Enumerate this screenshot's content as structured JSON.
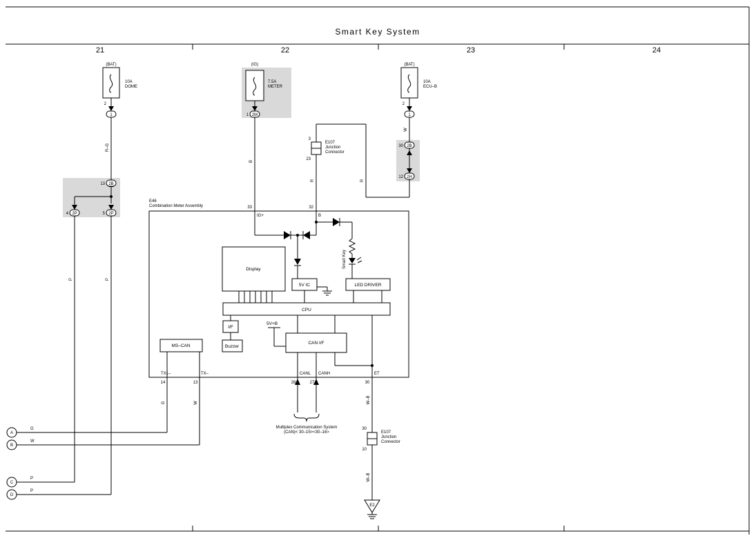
{
  "title": "Smart Key System",
  "columns": [
    "21",
    "22",
    "23",
    "24"
  ],
  "fuses": [
    {
      "supply": "(BAT)",
      "rating": "10A",
      "name": "DOME",
      "in_pin": "2",
      "conn": "1"
    },
    {
      "supply": "(IG)",
      "rating": "7.5A",
      "name": "METER",
      "in_pin": "1",
      "conn": "2M"
    },
    {
      "supply": "(BAT)",
      "rating": "10A",
      "name": "ECU–B",
      "in_pin": "2",
      "conn": "1"
    }
  ],
  "junction_2b": {
    "pin13": "13",
    "conn13": "2B",
    "pin4": "4",
    "conn4": "2P",
    "pin5": "5",
    "conn5": "2P"
  },
  "junction_2h": {
    "pin30": "30",
    "conn30": "2B",
    "pin12": "12",
    "conn12": "2H"
  },
  "wire_colors": {
    "r_g": "R–G",
    "b": "B",
    "r1": "R",
    "r2": "R",
    "w_top": "W",
    "p1": "P",
    "p2": "P",
    "g_v": "G",
    "w_v": "W",
    "w_b1": "W–B",
    "w_b2": "W–B"
  },
  "e107_top": {
    "pin_top": "3",
    "pin_bot": "23",
    "id": "E107",
    "line1": "Junction",
    "line2": "Connector"
  },
  "e107_bot": {
    "pin_top": "30",
    "pin_bot": "10",
    "id": "E107",
    "line1": "Junction",
    "line2": "Connector"
  },
  "meter": {
    "id": "E46",
    "name": "Combination Meter Assembly",
    "pin_igp": "33",
    "label_igp": "IG+",
    "pin_b": "32",
    "label_b": "B",
    "display": "Display",
    "vic": "5V IC",
    "led_driver": "LED DRIVER",
    "cpu": "CPU",
    "if": "I/F",
    "buzzer": "Buzzer",
    "v5b": "5V+B",
    "can_if": "CAN I/F",
    "ms_can": "MS–CAN",
    "smart_key": "Smart Key",
    "tx1_label": "TX1–",
    "tx1_pin": "14",
    "tx_label": "TX–",
    "tx_pin": "13",
    "canl_label": "CANL",
    "canl_pin": "28",
    "canh_label": "CANH",
    "canh_pin": "27",
    "et_label": "ET",
    "et_pin": "30"
  },
  "multiplex": {
    "line1": "Multiplex Communication System",
    "line2": "(CAN)< 30–15><30–16>"
  },
  "terminals": [
    {
      "id": "A",
      "wire": "G"
    },
    {
      "id": "B",
      "wire": "W"
    },
    {
      "id": "C",
      "wire": "P"
    },
    {
      "id": "D",
      "wire": "P"
    }
  ],
  "ground": "E2",
  "colors": {
    "shade": "#d9d9d9",
    "ink": "#000000"
  }
}
